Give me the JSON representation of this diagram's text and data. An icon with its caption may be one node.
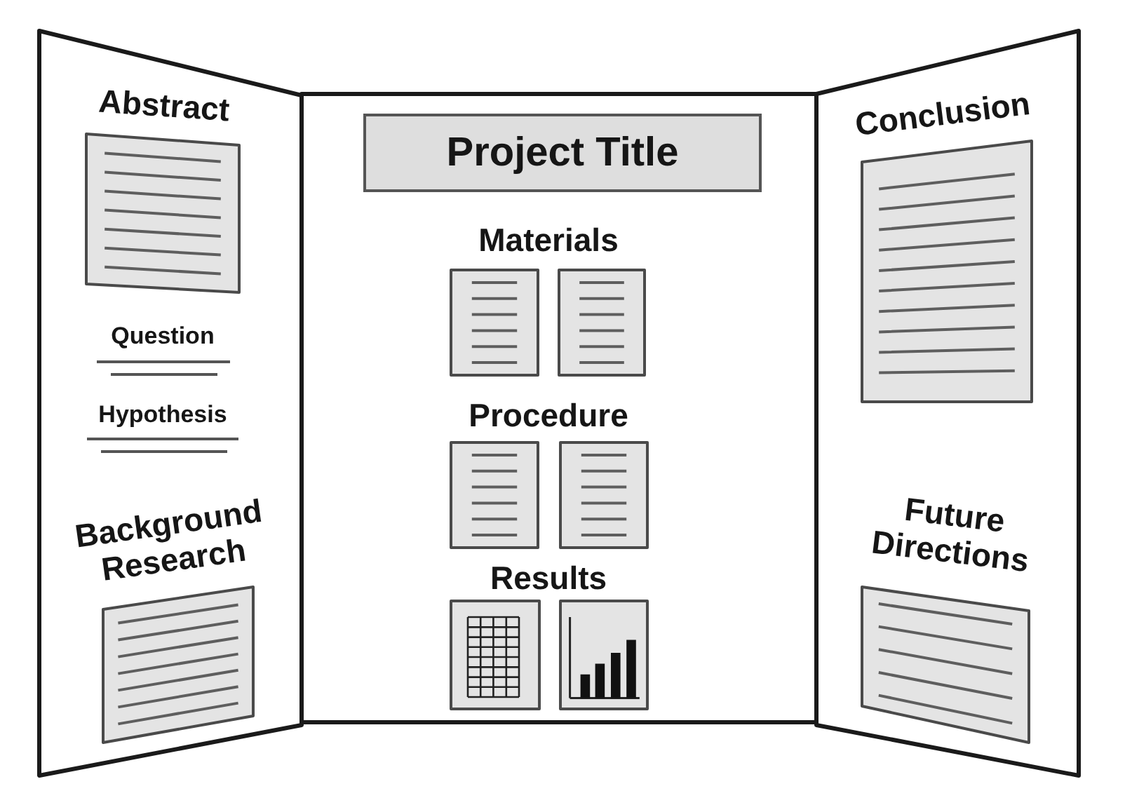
{
  "diagram": {
    "nodes": [
      {
        "text": [],
        "shape": "box"
      },
      {
        "text": [
          "Abstract"
        ],
        "in": 0
      },
      {
        "text": [
          "Background Research"
        ],
        "in": 0
      },
      {
        "text": [],
        "shape": "box"
      },
      {
        "text": [
          "Project Title"
        ],
        "in": 3
      },
      {
        "text": [],
        "shape": "box",
        "in": 3
      },
      {
        "text": [],
        "shape": "box",
        "in": 3
      },
      {
        "text": [],
        "shape": "box",
        "in": 3
      },
      {
        "text": [],
        "shape": "box",
        "in": 3
      },
      {
        "text": [],
        "shape": "picture",
        "in": 3
      },
      {
        "text": [],
        "shape": "picture",
        "in": 3
      },
      {
        "text": [],
        "shape": "box"
      },
      {
        "text": [
          "Conclusion"
        ],
        "in": 11
      },
      {
        "text": [
          "Future Directions"
        ],
        "in": 11
      }
    ],
    "labels": [
      "Question",
      "Hypothesis",
      "Materials",
      "Procedure",
      "Results"
    ]
  }
}
